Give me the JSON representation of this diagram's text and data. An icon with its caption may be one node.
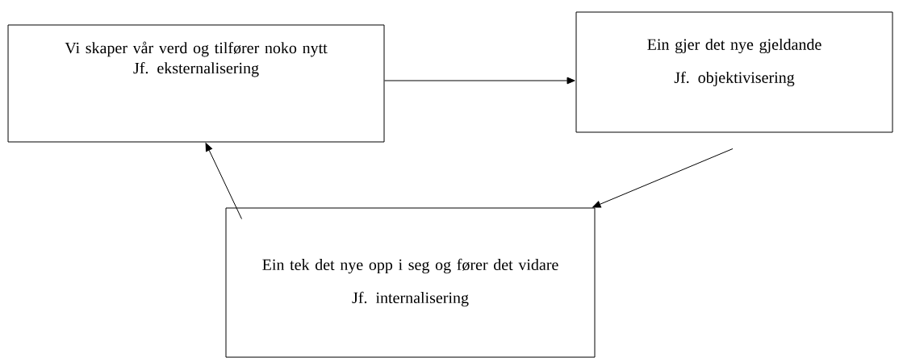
{
  "diagram": {
    "nodes": [
      {
        "text": [
          "Vi skaper vår verd og tilfører noko nytt",
          "Jf. eksternalisering"
        ]
      },
      {
        "text": [
          "Ein gjer det nye gjeldande",
          "Jf. objektivisering"
        ]
      },
      {
        "text": [
          "Ein tek det nye opp i seg og fører det vidare",
          "Jf. internalisering"
        ]
      }
    ],
    "edges": [
      {
        "from": 0,
        "to": 1,
        "arrow": "to"
      },
      {
        "from": 1,
        "to": 2,
        "arrow": "to"
      },
      {
        "from": 2,
        "to": 0,
        "arrow": "to"
      }
    ]
  }
}
